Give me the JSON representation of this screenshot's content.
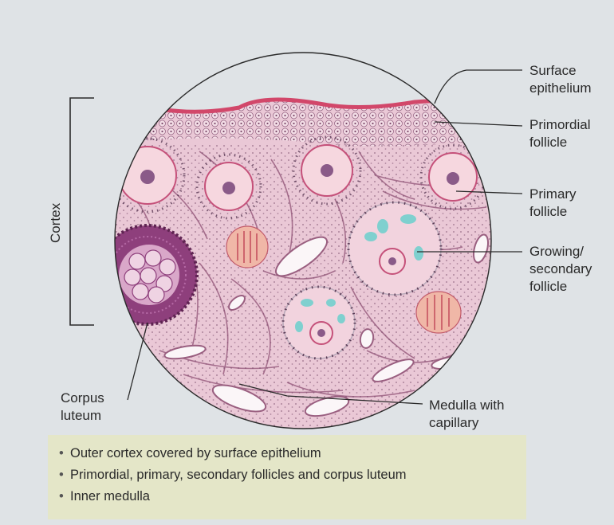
{
  "labels": {
    "surface_epithelium": [
      "Surface",
      "epithelium"
    ],
    "primordial_follicle": [
      "Primordial",
      "follicle"
    ],
    "primary_follicle": [
      "Primary",
      "follicle"
    ],
    "growing_follicle": [
      "Growing/",
      "secondary",
      "follicle"
    ],
    "medulla": [
      "Medulla with",
      "capillary"
    ],
    "corpus_luteum": [
      "Corpus",
      "luteum"
    ],
    "cortex": "Cortex"
  },
  "summary": {
    "items": [
      "Outer cortex covered by surface epithelium",
      "Primordial, primary, secondary follicles and corpus luteum",
      "Inner medulla"
    ]
  },
  "colors": {
    "tissue": "#e9c6d4",
    "epithelium": "#d2476a",
    "oocyte": "#8a5a88",
    "corpus_luteum": "#8e3f7c",
    "fluid": "#7fd0cf",
    "summary_bg": "#e4e6c8"
  }
}
